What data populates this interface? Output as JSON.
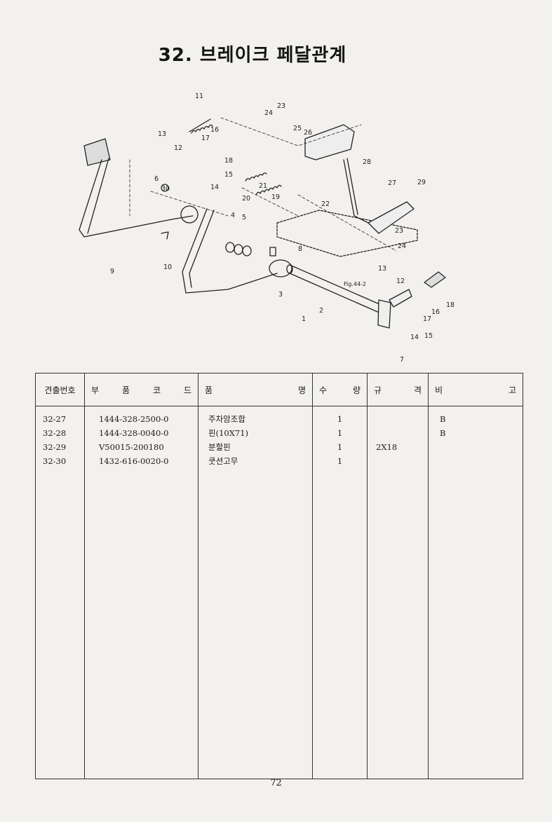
{
  "page_title": "32. 브레이크 페달관계",
  "diagram": {
    "figure_ref": "Fig.44-2",
    "callouts": [
      "1",
      "2",
      "3",
      "4",
      "5",
      "6",
      "7",
      "8",
      "9",
      "10",
      "11",
      "12",
      "13",
      "14",
      "15",
      "16",
      "17",
      "18",
      "19",
      "20",
      "21",
      "22",
      "23",
      "24",
      "25",
      "26",
      "27",
      "28",
      "29",
      "30"
    ]
  },
  "table": {
    "headers": {
      "no": "견출번호",
      "code": [
        "부",
        "품",
        "코",
        "드"
      ],
      "name": [
        "품",
        "명"
      ],
      "qty": [
        "수",
        "량"
      ],
      "spec": [
        "규",
        "격"
      ],
      "note": [
        "비",
        "고"
      ]
    },
    "rows": [
      {
        "no": "32-27",
        "code": "1444-328-2500-0",
        "name": "주차암조합",
        "qty": "1",
        "spec": "",
        "note": "B"
      },
      {
        "no": "32-28",
        "code": "1444-328-0040-0",
        "name": "핀(10X71)",
        "qty": "1",
        "spec": "",
        "note": "B"
      },
      {
        "no": "32-29",
        "code": "V50015-200180",
        "name": "분할핀",
        "qty": "1",
        "spec": "2X18",
        "note": ""
      },
      {
        "no": "32-30",
        "code": "1432-616-0020-0",
        "name": "쿳션고무",
        "qty": "1",
        "spec": "",
        "note": ""
      }
    ]
  },
  "page_number": "72"
}
